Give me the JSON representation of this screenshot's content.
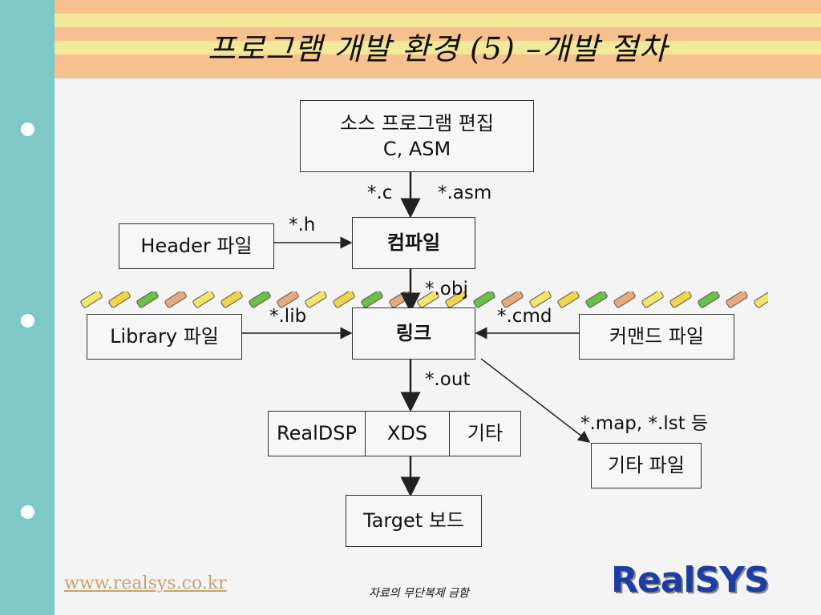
{
  "title": "프로그램 개발 환경 (5) –개발 절차",
  "boxes": {
    "source_line1": "소스 프로그램 편집",
    "source_line2": "C, ASM",
    "header": "Header 파일",
    "compile": "컴파일",
    "library": "Library 파일",
    "link": "링크",
    "command": "커맨드 파일",
    "realdsp": "RealDSP",
    "xds": "XDS",
    "etc": "기타",
    "etc_file": "기타 파일",
    "target": "Target 보드"
  },
  "edge_labels": {
    "c": "*.c",
    "asm": "*.asm",
    "h": "*.h",
    "obj": "*.obj",
    "lib": "*.lib",
    "cmd": "*.cmd",
    "out": "*.out",
    "map_lst": "*.map, *.lst 등"
  },
  "footer": {
    "url": "www.realsys.co.kr",
    "notice": "자료의 무단복제 금함",
    "logo": "RealSYS"
  },
  "colors": {
    "sidebar": "#7ec8c8",
    "stripe_orange": "#f6c18f",
    "stripe_yellow": "#f2e89a",
    "logo_blue": "#1e3da3"
  }
}
